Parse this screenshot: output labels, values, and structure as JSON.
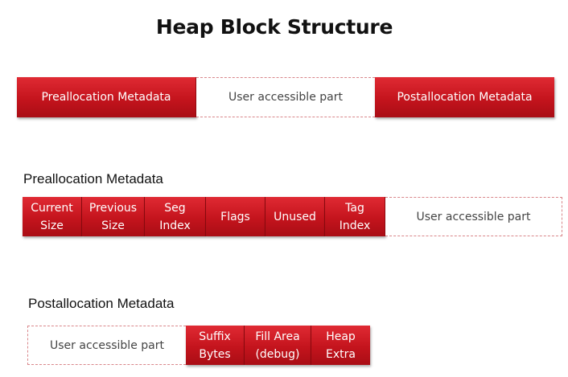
{
  "title": "Heap Block Structure",
  "row1": {
    "cells": [
      {
        "label": "Preallocation Metadata",
        "kind": "red"
      },
      {
        "label": "User accessible part",
        "kind": "white"
      },
      {
        "label": "Postallocation Metadata",
        "kind": "red"
      }
    ]
  },
  "preallocation": {
    "heading": "Preallocation Metadata",
    "cells": [
      {
        "label": "Current\nSize",
        "kind": "red"
      },
      {
        "label": "Previous\nSize",
        "kind": "red"
      },
      {
        "label": "Seg\nIndex",
        "kind": "red"
      },
      {
        "label": "Flags",
        "kind": "red"
      },
      {
        "label": "Unused",
        "kind": "red"
      },
      {
        "label": "Tag\nIndex",
        "kind": "red"
      },
      {
        "label": "User accessible part",
        "kind": "white"
      }
    ]
  },
  "postallocation": {
    "heading": "Postallocation Metadata",
    "cells": [
      {
        "label": "User accessible part",
        "kind": "white"
      },
      {
        "label": "Suffix\nBytes",
        "kind": "red"
      },
      {
        "label": "Fill Area\n(debug)",
        "kind": "red"
      },
      {
        "label": "Heap\nExtra",
        "kind": "red"
      }
    ]
  },
  "colors": {
    "block_red": "#c4141d",
    "dashed_border": "#d9868a",
    "text_dark": "#111111"
  }
}
